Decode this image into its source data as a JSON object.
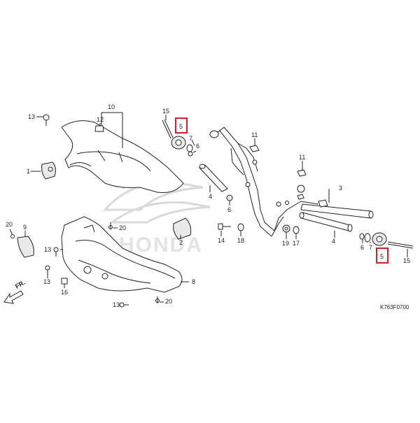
{
  "diagram": {
    "code": "K763F0700",
    "brand_watermark": "HONDA",
    "direction_label": "FR.",
    "highlight_color": "#d0202a",
    "callouts": {
      "c1": "1",
      "c2": "2",
      "c3": "3",
      "c4a": "4",
      "c4b": "4",
      "c5a": "5",
      "c5b": "5",
      "c6a": "6",
      "c6b": "6",
      "c6c": "6",
      "c7a": "7",
      "c7b": "7",
      "c8": "8",
      "c9": "9",
      "c10": "10",
      "c11a": "11",
      "c11b": "11",
      "c12": "12",
      "c13a": "13",
      "c13b": "13",
      "c13c": "13",
      "c13d": "13",
      "c14": "14",
      "c15a": "15",
      "c15b": "15",
      "c16": "16",
      "c17": "17",
      "c18": "18",
      "c19": "19",
      "c20a": "20",
      "c20b": "20",
      "c20c": "20"
    }
  }
}
